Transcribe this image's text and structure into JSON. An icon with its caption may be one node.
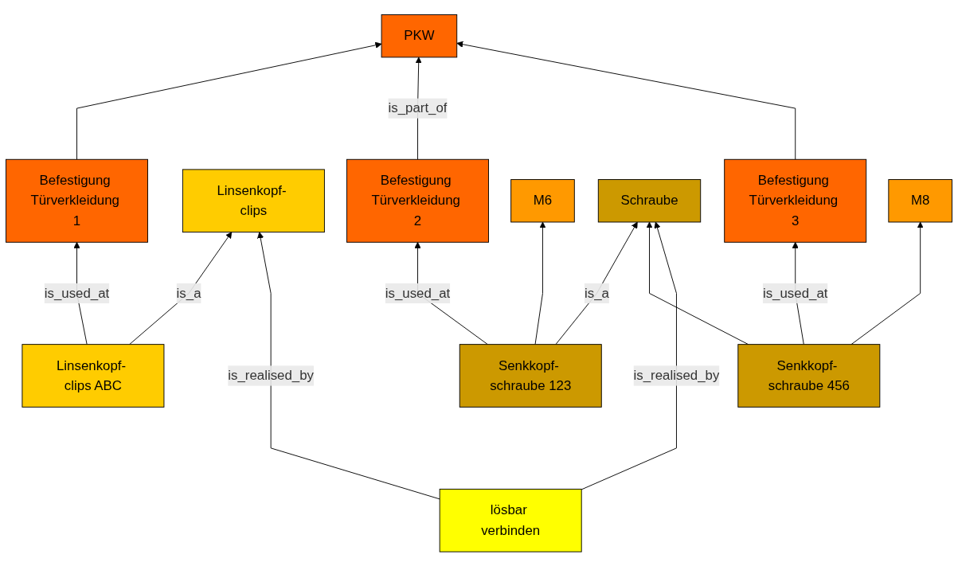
{
  "diagram": {
    "nodes": [
      {
        "text": [
          "PKW"
        ]
      },
      {
        "text": [
          "Befestigung Türverkleidung 1"
        ]
      },
      {
        "text": [
          "Befestigung Türverkleidung 2"
        ]
      },
      {
        "text": [
          "Befestigung Türverkleidung 3"
        ]
      },
      {
        "text": [
          "Linsenkopf- clips ABC"
        ]
      },
      {
        "text": [
          "Senkkopf- schraube 123"
        ]
      },
      {
        "text": [
          "Senkkopf- schraube 456"
        ]
      },
      {
        "text": [
          "M6"
        ]
      },
      {
        "text": [
          "M8"
        ]
      },
      {
        "text": [
          "Linsenkopf- clips"
        ]
      },
      {
        "text": [
          "lösbar verbinden"
        ]
      },
      {
        "text": [
          "Schraube"
        ]
      }
    ],
    "edges": [
      {
        "from": 1,
        "to": 0,
        "arrow": "to"
      },
      {
        "from": 2,
        "to": 0,
        "arrow": "to",
        "label": "is_part_of"
      },
      {
        "from": 3,
        "to": 0,
        "arrow": "to"
      },
      {
        "from": 4,
        "to": 1,
        "arrow": "to",
        "label": "is_used_at"
      },
      {
        "from": 5,
        "to": 2,
        "arrow": "to",
        "label": "is_used_at"
      },
      {
        "from": 6,
        "to": 3,
        "arrow": "to",
        "label": "is_used_at"
      },
      {
        "from": 5,
        "to": 7,
        "arrow": "to"
      },
      {
        "from": 6,
        "to": 8,
        "arrow": "to"
      },
      {
        "from": 4,
        "to": 9,
        "arrow": "to",
        "label": "is_a"
      },
      {
        "from": 5,
        "to": 11,
        "arrow": "to",
        "label": "is_a"
      },
      {
        "from": 6,
        "to": 11,
        "arrow": "to"
      },
      {
        "from": 10,
        "to": 9,
        "arrow": "to",
        "label": "is_realised_by"
      },
      {
        "from": 10,
        "to": 11,
        "arrow": "to",
        "label": "is_realised_by"
      }
    ]
  }
}
